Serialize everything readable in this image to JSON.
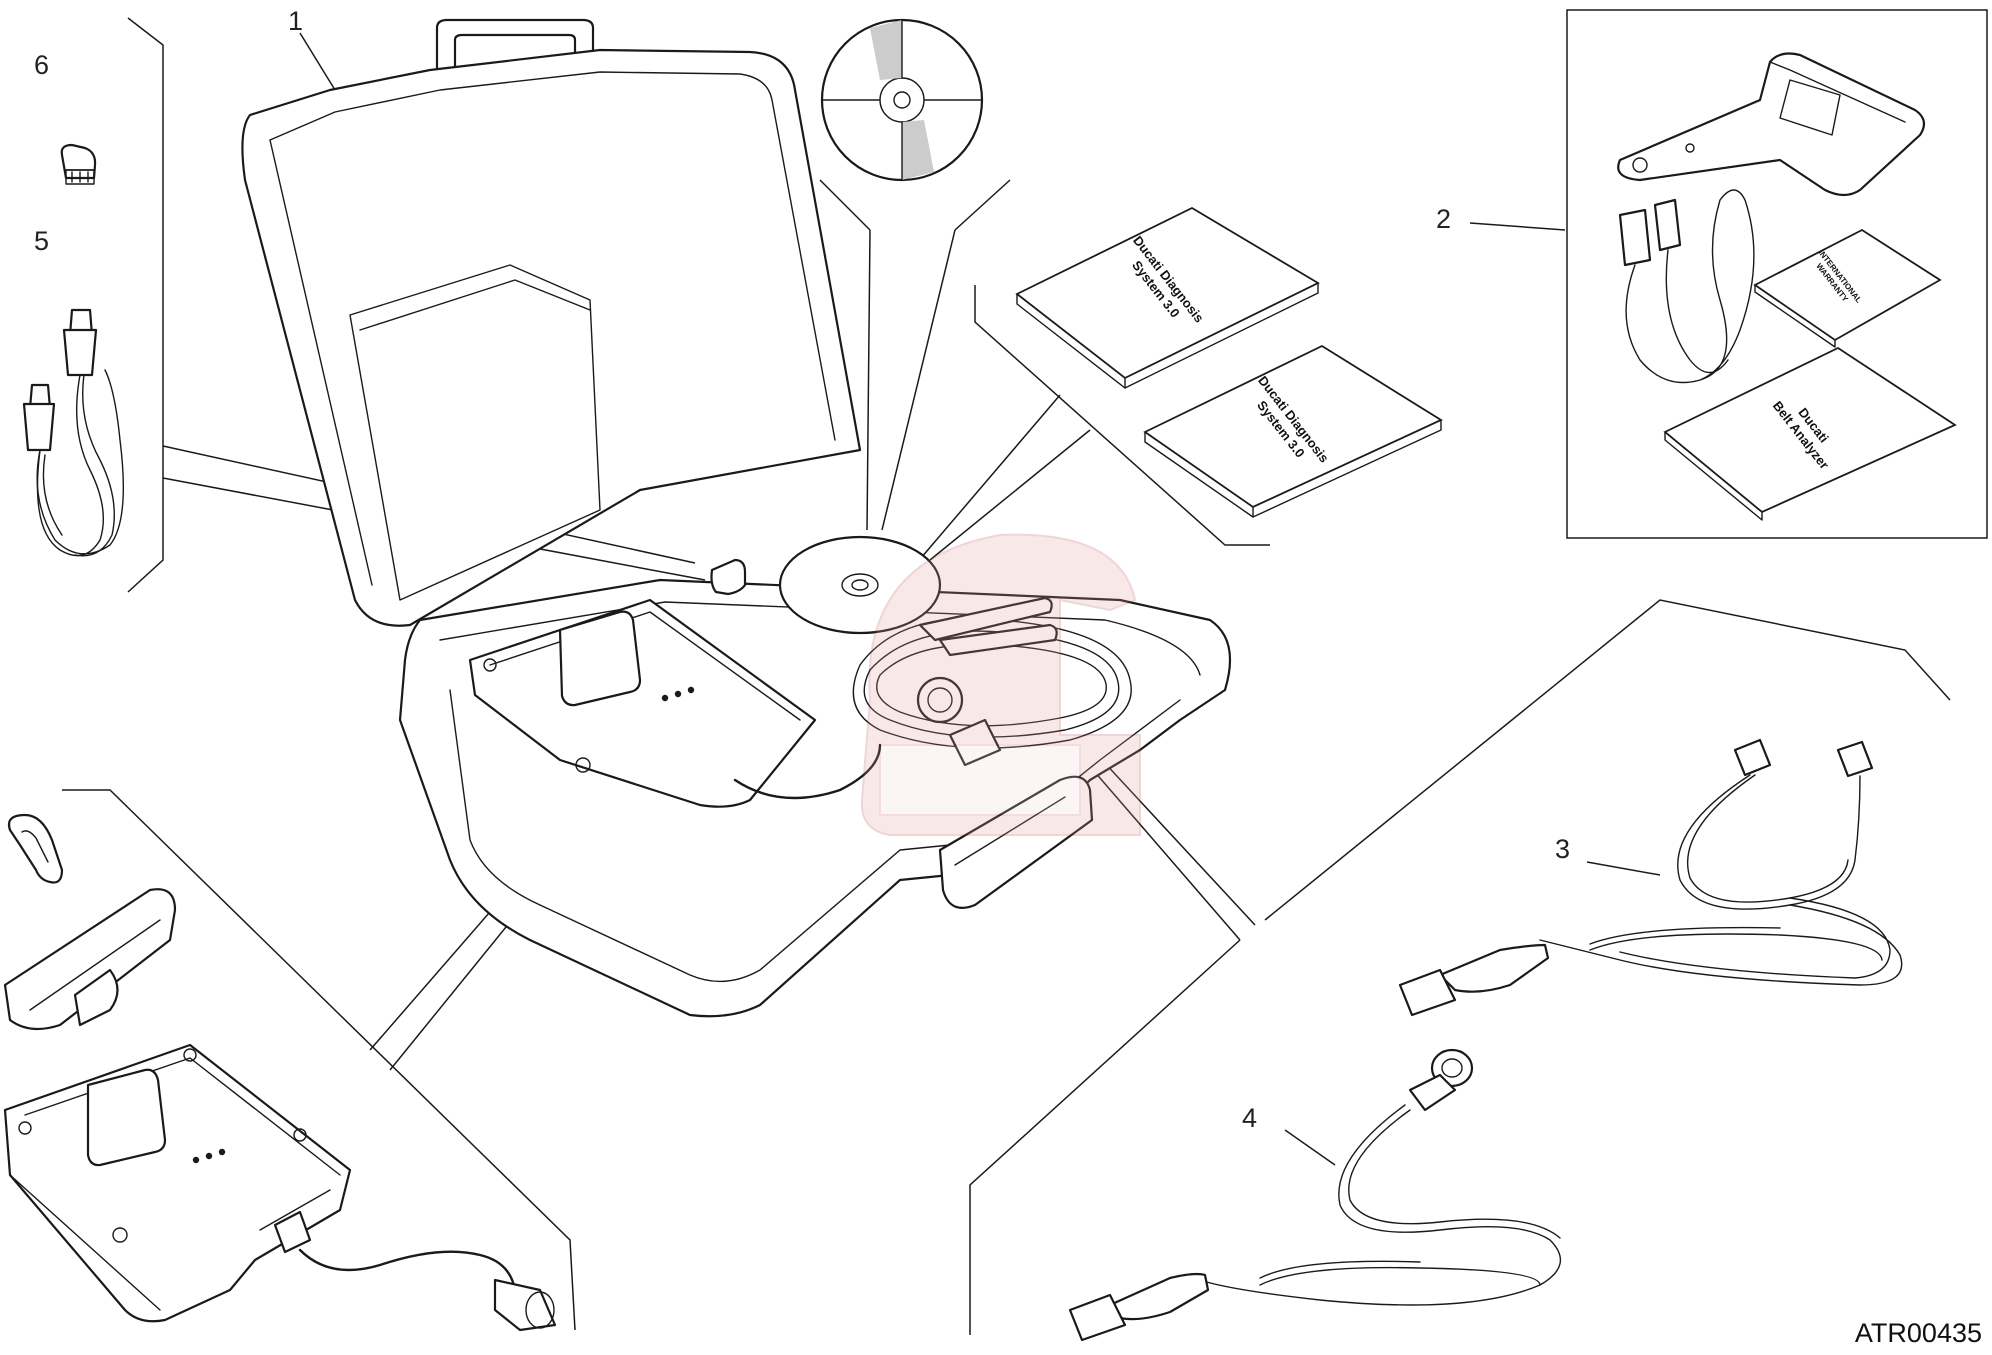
{
  "callouts": {
    "c1": "1",
    "c2": "2",
    "c3": "3",
    "c4": "4",
    "c5": "5",
    "c6": "6"
  },
  "drawing_code": "ATR00435",
  "booklets": {
    "b1_title": "Ducati Diagnosis",
    "b1_subtitle": "System 3.0",
    "b2_title": "Ducati Diagnosis",
    "b2_subtitle": "System 3.0",
    "b3_title": "INTERNATIONAL",
    "b3_subtitle": "WARRANTY",
    "b4_title": "Ducati",
    "b4_subtitle": "Belt Analyzer"
  },
  "colors": {
    "line": "#1a1a1a",
    "watermark": "#e89a9a"
  },
  "icons": {
    "watermark": "ducati-d-logo-watermark"
  }
}
